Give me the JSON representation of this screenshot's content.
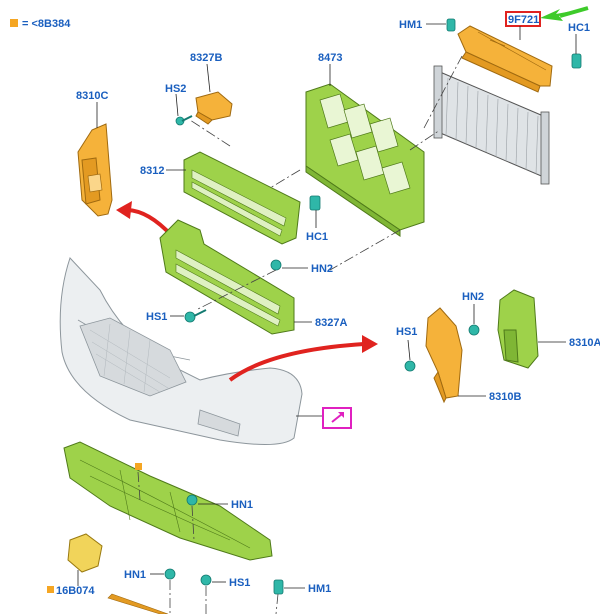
{
  "legend": {
    "swatch_color": "#f5a623",
    "text": "= <8B384"
  },
  "callout": {
    "part": "9F721",
    "box_color": "#e0231f",
    "arrow_color": "#3ecb2a"
  },
  "labels": {
    "hm1_top": "HM1",
    "hc1_top": "HC1",
    "p8327b": "8327B",
    "hs2": "HS2",
    "p8473": "8473",
    "p8310c": "8310C",
    "p8312": "8312",
    "hc1_mid": "HC1",
    "hn2_mid": "HN2",
    "hs1_mid": "HS1",
    "p8327a": "8327A",
    "hn2_right": "HN2",
    "hs1_right": "HS1",
    "p8310a": "8310A",
    "p8310b": "8310B",
    "hn1_mid": "HN1",
    "hn1_bottom": "HN1",
    "hs1_bottom": "HS1",
    "hm1_bottom": "HM1",
    "p16b074": "16B074"
  },
  "colors": {
    "label": "#1a5fbf",
    "red_arrow": "#e0231f",
    "magenta_box": "#e020c0"
  }
}
